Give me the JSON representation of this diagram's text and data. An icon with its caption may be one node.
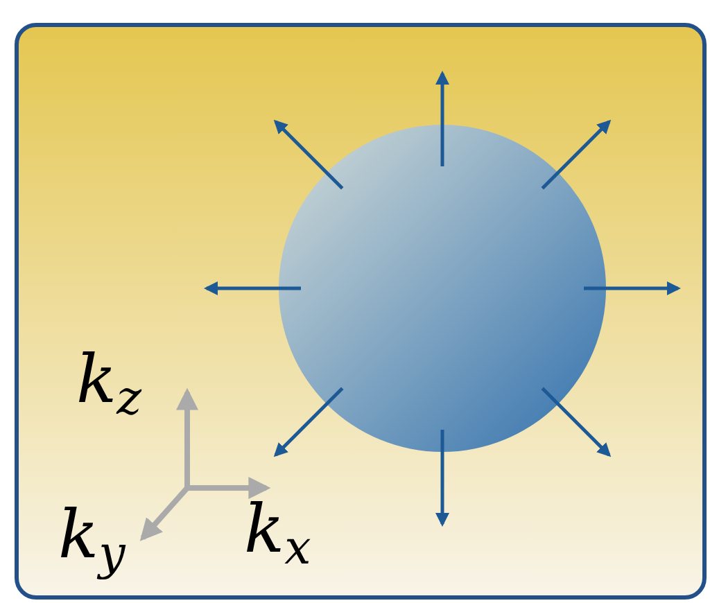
{
  "diagram": {
    "labels": [
      "k$_{z}$",
      "k$_{y}$",
      "k$_{x}$"
    ]
  }
}
